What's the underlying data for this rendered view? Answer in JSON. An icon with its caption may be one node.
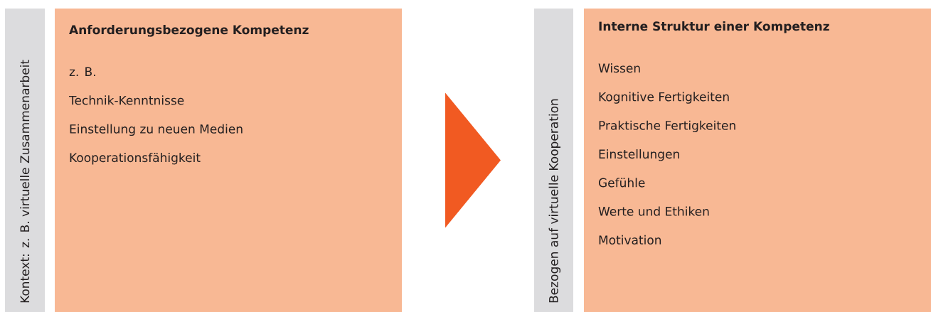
{
  "diagram": {
    "nodes": [
      {
        "text": [
          "Kontext: z. B. virtuelle Zusammenarbeit"
        ]
      },
      {
        "text": [
          "Anforderungsbezogene Kompetenz",
          "z. B.",
          "Technik-Kenntnisse",
          "Einstellung zu neuen Medien",
          "Kooperationsfähigkeit"
        ]
      },
      {
        "text": [
          "Bezogen auf virtuelle Kooperation"
        ]
      },
      {
        "text": [
          "Interne Struktur einer Kompetenz",
          "Wissen",
          "Kognitive Fertigkeiten",
          "Praktische Fertigkeiten",
          "Einstellungen",
          "Gefühle",
          "Werte und Ethiken",
          "Motivation"
        ]
      }
    ],
    "edges": [
      {
        "from": 1,
        "to": 3,
        "arrow": "to",
        "color": "#f15a22"
      }
    ]
  }
}
